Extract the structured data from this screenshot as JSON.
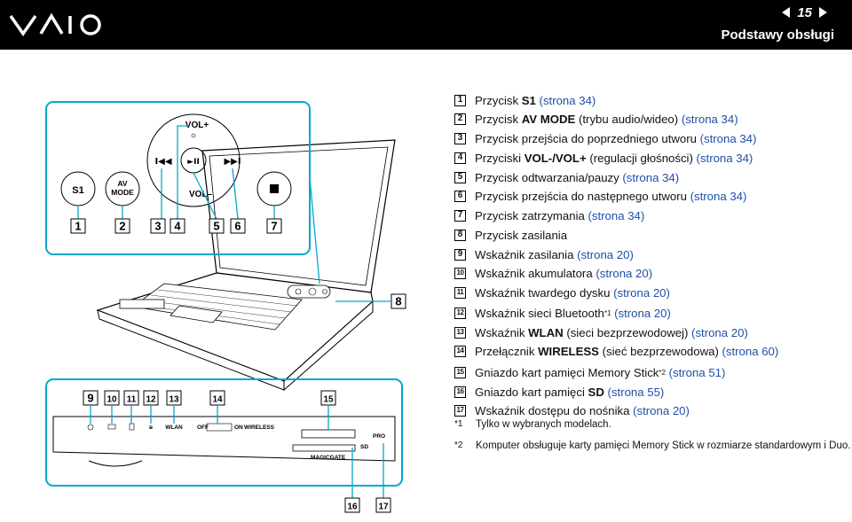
{
  "header": {
    "logo_text": "VAIO",
    "page_number": "15",
    "section_title": "Podstawy obsługi"
  },
  "callouts": [
    {
      "num": "1",
      "segments": [
        {
          "t": "Przycisk "
        },
        {
          "t": "S1",
          "s": "b"
        },
        {
          "t": " (strona 34)",
          "s": "link"
        }
      ]
    },
    {
      "num": "2",
      "segments": [
        {
          "t": "Przycisk "
        },
        {
          "t": "AV MODE",
          "s": "b"
        },
        {
          "t": " (trybu audio/wideo) "
        },
        {
          "t": "(strona 34)",
          "s": "link"
        }
      ]
    },
    {
      "num": "3",
      "segments": [
        {
          "t": "Przycisk przejścia do poprzedniego utworu "
        },
        {
          "t": "(strona 34)",
          "s": "link"
        }
      ]
    },
    {
      "num": "4",
      "segments": [
        {
          "t": "Przyciski "
        },
        {
          "t": "VOL-/VOL+",
          "s": "b"
        },
        {
          "t": " (regulacji głośności) "
        },
        {
          "t": "(strona 34)",
          "s": "link"
        }
      ]
    },
    {
      "num": "5",
      "segments": [
        {
          "t": "Przycisk odtwarzania/pauzy "
        },
        {
          "t": "(strona 34)",
          "s": "link"
        }
      ]
    },
    {
      "num": "6",
      "segments": [
        {
          "t": "Przycisk przejścia do następnego utworu "
        },
        {
          "t": "(strona 34)",
          "s": "link"
        }
      ]
    },
    {
      "num": "7",
      "segments": [
        {
          "t": "Przycisk zatrzymania "
        },
        {
          "t": "(strona 34)",
          "s": "link"
        }
      ]
    },
    {
      "num": "8",
      "segments": [
        {
          "t": "Przycisk zasilania"
        }
      ]
    },
    {
      "num": "9",
      "segments": [
        {
          "t": "Wskaźnik zasilania "
        },
        {
          "t": "(strona 20)",
          "s": "link"
        }
      ]
    },
    {
      "num": "10",
      "segments": [
        {
          "t": "Wskaźnik akumulatora "
        },
        {
          "t": "(strona 20)",
          "s": "link"
        }
      ]
    },
    {
      "num": "11",
      "segments": [
        {
          "t": "Wskaźnik twardego dysku "
        },
        {
          "t": "(strona 20)",
          "s": "link"
        }
      ]
    },
    {
      "num": "12",
      "segments": [
        {
          "t": "Wskaźnik sieci Bluetooth"
        },
        {
          "t": "*1",
          "s": "sup"
        },
        {
          "t": " (strona 20)",
          "s": "link"
        }
      ]
    },
    {
      "num": "13",
      "segments": [
        {
          "t": "Wskaźnik "
        },
        {
          "t": "WLAN",
          "s": "b"
        },
        {
          "t": " (sieci bezprzewodowej) "
        },
        {
          "t": "(strona 20)",
          "s": "link"
        }
      ]
    },
    {
      "num": "14",
      "segments": [
        {
          "t": "Przełącznik "
        },
        {
          "t": "WIRELESS",
          "s": "b"
        },
        {
          "t": " (sieć bezprzewodowa) "
        },
        {
          "t": "(strona 60)",
          "s": "link"
        }
      ]
    },
    {
      "num": "15",
      "segments": [
        {
          "t": "Gniazdo kart pamięci Memory Stick"
        },
        {
          "t": "*2",
          "s": "sup"
        },
        {
          "t": " (strona 51)",
          "s": "link"
        }
      ]
    },
    {
      "num": "16",
      "segments": [
        {
          "t": "Gniazdo kart pamięci "
        },
        {
          "t": "SD",
          "s": "b"
        },
        {
          "t": " (strona 55)",
          "s": "link"
        }
      ]
    },
    {
      "num": "17",
      "segments": [
        {
          "t": "Wskaźnik dostępu do nośnika "
        },
        {
          "t": "(strona 20)",
          "s": "link"
        }
      ]
    }
  ],
  "notes": [
    {
      "mark": "*1",
      "text": "Tylko w wybranych modelach."
    },
    {
      "mark": "*2",
      "text": "Komputer obsługuje karty pamięci Memory Stick w rozmiarze standardowym i Duo."
    }
  ],
  "illustration": {
    "button_labels": {
      "s1": "S1",
      "av_mode_1": "AV",
      "av_mode_2": "MODE",
      "vol_plus": "VOL+",
      "vol_minus": "VOL–",
      "prev": "I◀◀",
      "play_pause": "►II",
      "next": "▶▶I",
      "stop": "■"
    },
    "top_callout_numbers": [
      "1",
      "2",
      "3",
      "4",
      "5",
      "6",
      "7"
    ],
    "laptop_callout_number": "8",
    "front_callout_numbers": [
      "9",
      "10",
      "11",
      "12",
      "13",
      "14",
      "15"
    ],
    "bottom_callout_numbers": [
      "16",
      "17"
    ],
    "front_labels": {
      "wlan": "WLAN",
      "off": "OFF",
      "on": "ON",
      "wireless": "WIRELESS",
      "pro": "PRO",
      "sd": "SD",
      "magicgate": "MAGICGATE"
    },
    "accent_color": "#00a9cc"
  }
}
